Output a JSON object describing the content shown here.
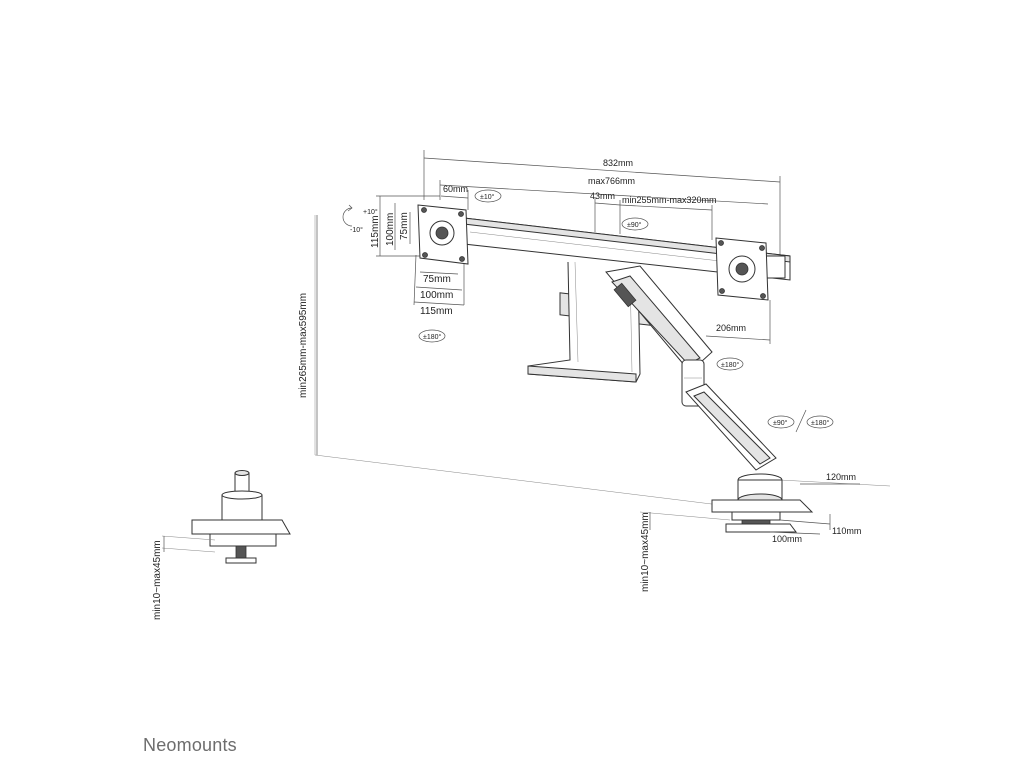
{
  "brand": "Neomounts",
  "dims": {
    "width_total": "832mm",
    "width_max": "max766mm",
    "offset_60": "60mm",
    "gap_43": "43mm",
    "arm_range": "min255mm-max320mm",
    "height_range": "min265mm-max595mm",
    "vesa_115": "115mm",
    "vesa_100": "100mm",
    "vesa_75": "75mm",
    "arm_206": "206mm",
    "base_120": "120mm",
    "base_110": "110mm",
    "base_100": "100mm",
    "clamp_range": "min10~max45mm"
  },
  "rotations": {
    "tilt_up": "+10°",
    "tilt_down": "-10°",
    "tilt_pm10": "±10°",
    "swivel_90": "±90°",
    "rotate_180": "±180°"
  }
}
